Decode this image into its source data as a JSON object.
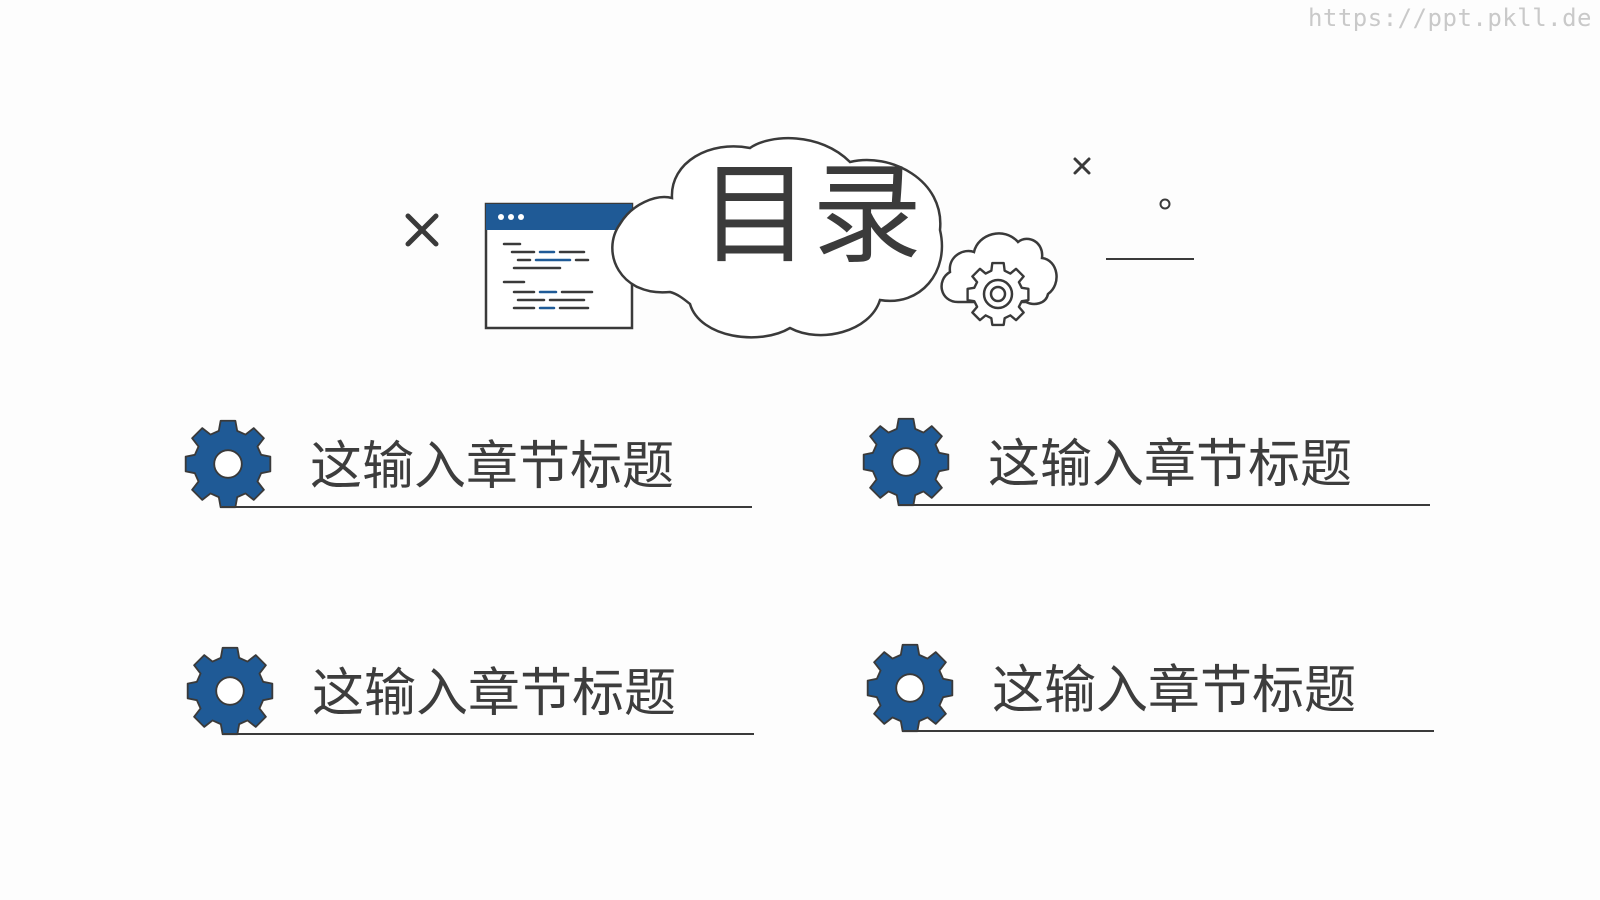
{
  "watermark": "https://ppt.pkll.de",
  "title": "目录",
  "items": [
    {
      "label": "这输入章节标题"
    },
    {
      "label": "这输入章节标题"
    },
    {
      "label": "这输入章节标题"
    },
    {
      "label": "这输入章节标题"
    }
  ],
  "colors": {
    "accent": "#1f5a96",
    "line": "#3a3a3a",
    "text": "#3b3b3b",
    "background": "#fdfdfd"
  },
  "icons": [
    "close-icon",
    "browser-window-icon",
    "cloud-icon",
    "gear-icon"
  ]
}
